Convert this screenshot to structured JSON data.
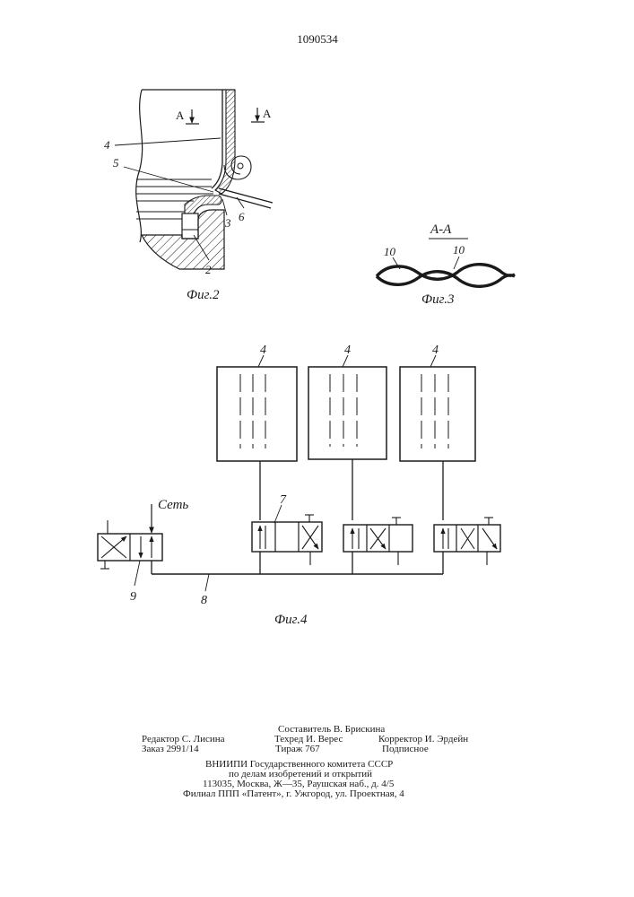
{
  "patent_number": "1090534",
  "fig2": {
    "caption": "Фиг.2",
    "section_label_left": "А",
    "section_label_right": "А",
    "callouts": {
      "c4": "4",
      "c5": "5",
      "c3": "3",
      "c6": "6",
      "c2": "2"
    }
  },
  "fig3": {
    "caption": "Фиг.3",
    "section_title": "А-А",
    "callouts": {
      "c10a": "10",
      "c10b": "10"
    }
  },
  "fig4": {
    "caption": "Фиг.4",
    "network_label": "Сеть",
    "callouts": {
      "c4a": "4",
      "c4b": "4",
      "c4c": "4",
      "c7": "7",
      "c8": "8",
      "c9": "9"
    }
  },
  "imprint": {
    "editor": "Редактор С. Лисина",
    "order": "Заказ 2991/14",
    "compiler": "Составитель В. Брискина",
    "techred": "Техред И. Верес",
    "circulation": "Тираж 767",
    "corrector": "Корректор И. Эрдейн",
    "subscription": "Подписное",
    "org_line1": "ВНИИПИ Государственного комитета СССР",
    "org_line2": "по делам изобретений и открытий",
    "org_line3": "113035, Москва, Ж—35, Раушская наб., д. 4/5",
    "org_line4": "Филиал ППП «Патент», г. Ужгород, ул. Проектная, 4"
  }
}
